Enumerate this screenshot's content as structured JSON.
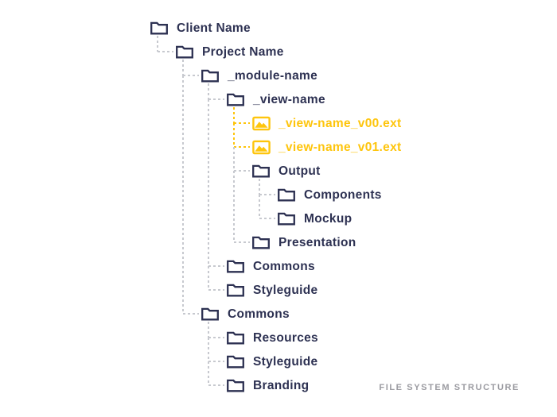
{
  "caption": {
    "text": "FILE SYSTEM STRUCTURE"
  },
  "colors": {
    "navy": "#2d3152",
    "yellow": "#fec50d",
    "gray_line": "#c7c9cf",
    "caption_gray": "#9b9ba1",
    "background": "#ffffff"
  },
  "tree": {
    "nodes": [
      {
        "label": "Client Name",
        "depth": 0,
        "type": "folder",
        "accent": "navy"
      },
      {
        "label": "Project Name",
        "depth": 1,
        "type": "folder",
        "accent": "navy"
      },
      {
        "label": "_module-name",
        "depth": 2,
        "type": "folder",
        "accent": "navy"
      },
      {
        "label": "_view-name",
        "depth": 3,
        "type": "folder",
        "accent": "navy"
      },
      {
        "label": "_view-name_v00.ext",
        "depth": 4,
        "type": "image",
        "accent": "yellow"
      },
      {
        "label": "_view-name_v01.ext",
        "depth": 4,
        "type": "image",
        "accent": "yellow"
      },
      {
        "label": "Output",
        "depth": 4,
        "type": "folder",
        "accent": "navy"
      },
      {
        "label": "Components",
        "depth": 5,
        "type": "folder",
        "accent": "navy"
      },
      {
        "label": "Mockup",
        "depth": 5,
        "type": "folder",
        "accent": "navy"
      },
      {
        "label": "Presentation",
        "depth": 4,
        "type": "folder",
        "accent": "navy"
      },
      {
        "label": "Commons",
        "depth": 3,
        "type": "folder",
        "accent": "navy"
      },
      {
        "label": "Styleguide",
        "depth": 3,
        "type": "folder",
        "accent": "navy"
      },
      {
        "label": "Commons",
        "depth": 2,
        "type": "folder",
        "accent": "navy"
      },
      {
        "label": "Resources",
        "depth": 3,
        "type": "folder",
        "accent": "navy"
      },
      {
        "label": "Styleguide",
        "depth": 3,
        "type": "folder",
        "accent": "navy"
      },
      {
        "label": "Branding",
        "depth": 3,
        "type": "folder",
        "accent": "navy"
      }
    ]
  }
}
